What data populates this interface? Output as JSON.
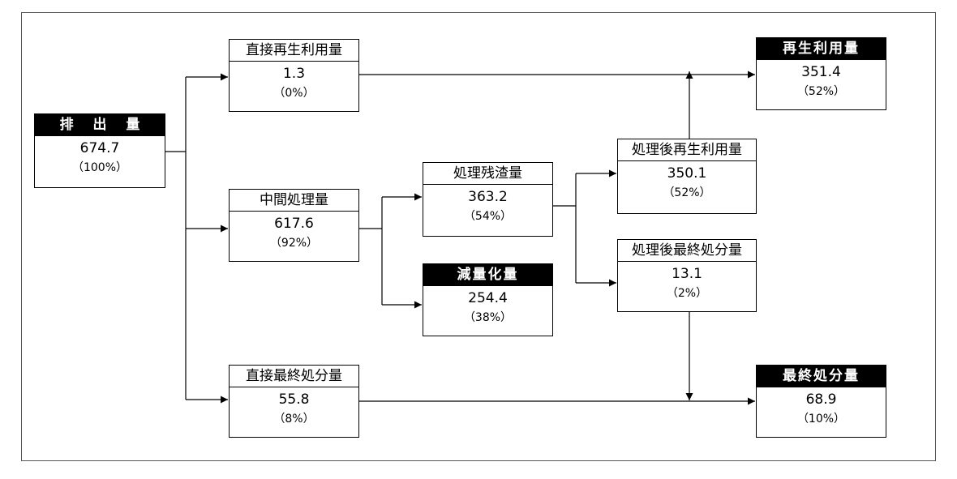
{
  "nodes": {
    "emission": {
      "label": "排 出 量",
      "value": "674.7",
      "percent": "（100%）"
    },
    "direct_recycle": {
      "label": "直接再生利用量",
      "value": "1.3",
      "percent": "（0%）"
    },
    "intermediate": {
      "label": "中間処理量",
      "value": "617.6",
      "percent": "（92%）"
    },
    "direct_final": {
      "label": "直接最終処分量",
      "value": "55.8",
      "percent": "（8%）"
    },
    "residue": {
      "label": "処理残渣量",
      "value": "363.2",
      "percent": "（54%）"
    },
    "reduction": {
      "label": "減量化量",
      "value": "254.4",
      "percent": "（38%）"
    },
    "post_recycle": {
      "label": "処理後再生利用量",
      "value": "350.1",
      "percent": "（52%）"
    },
    "post_final": {
      "label": "処理後最終処分量",
      "value": "13.1",
      "percent": "（2%）"
    },
    "recycle_total": {
      "label": "再生利用量",
      "value": "351.4",
      "percent": "（52%）"
    },
    "final_total": {
      "label": "最終処分量",
      "value": "68.9",
      "percent": "（10%）"
    }
  },
  "colors": {
    "line": "#000000",
    "dark_header_bg": "#000000",
    "dark_header_text": "#ffffff",
    "frame": "#555555"
  }
}
